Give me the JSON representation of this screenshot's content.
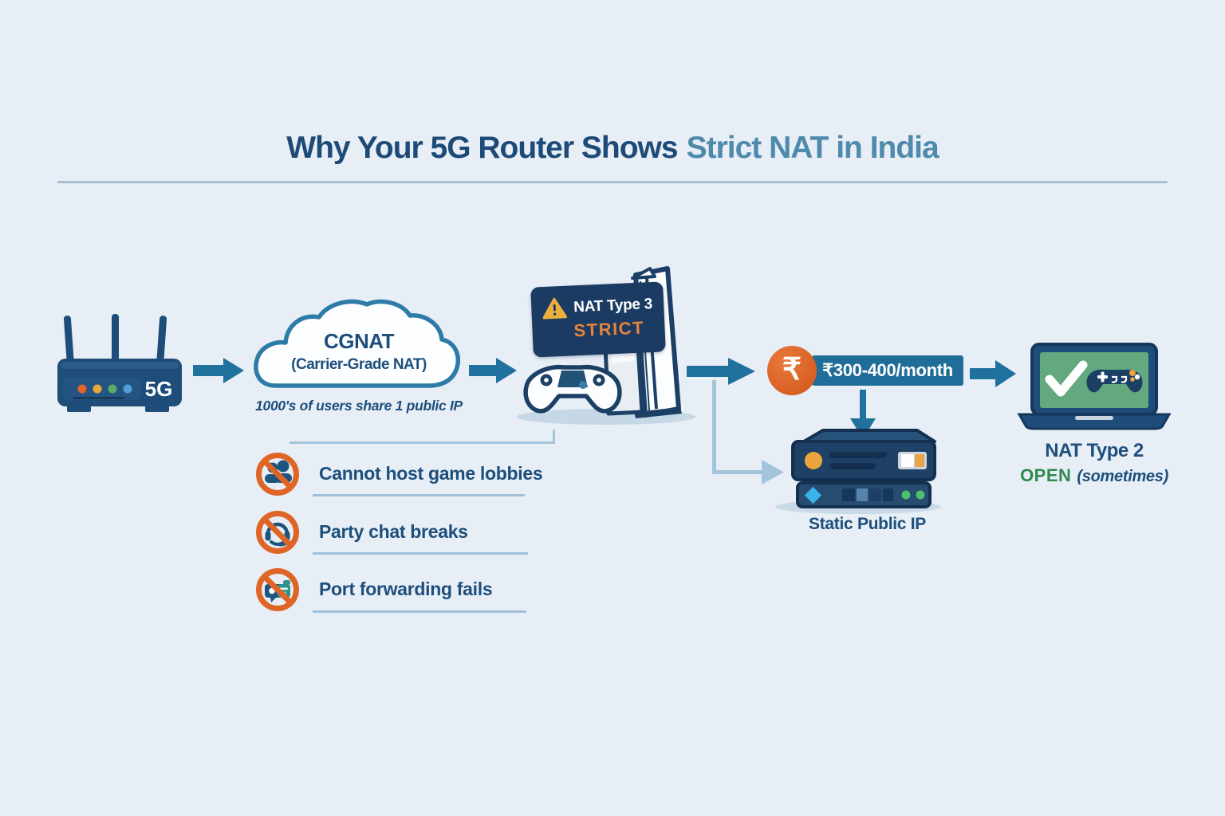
{
  "title": {
    "part1": "Why Your 5G Router Shows",
    "part2": "Strict NAT in India"
  },
  "router": {
    "label": "5G"
  },
  "cloud": {
    "name": "CGNAT",
    "subtitle": "(Carrier-Grade NAT)",
    "caption": "1000's of users share 1 public IP"
  },
  "console_sign": {
    "title": "NAT Type 3",
    "status": "STRICT"
  },
  "price": {
    "symbol": "₹",
    "label": "₹300-400/month"
  },
  "server": {
    "label": "Static Public IP"
  },
  "result": {
    "title": "NAT Type 2",
    "status": "OPEN",
    "qualifier": "(sometimes)"
  },
  "problems": [
    {
      "icon": "no-group-icon",
      "label": "Cannot host game lobbies"
    },
    {
      "icon": "no-headset-icon",
      "label": "Party chat breaks"
    },
    {
      "icon": "no-port-icon",
      "label": "Port forwarding fails"
    }
  ],
  "colors": {
    "background": "#e7eef5",
    "title_primary": "#1d4a77",
    "title_accent": "#4e8aac",
    "arrow": "#20719e",
    "light_connector": "#a3c4da",
    "prohibition_orange": "#df6527",
    "strict_orange": "#e8833a",
    "warning_amber": "#ecaf3f",
    "sign_navy": "#1b3b63",
    "badge_teal": "#1f6d98",
    "open_green": "#2f8a4f",
    "screen_green": "#63a87e"
  }
}
